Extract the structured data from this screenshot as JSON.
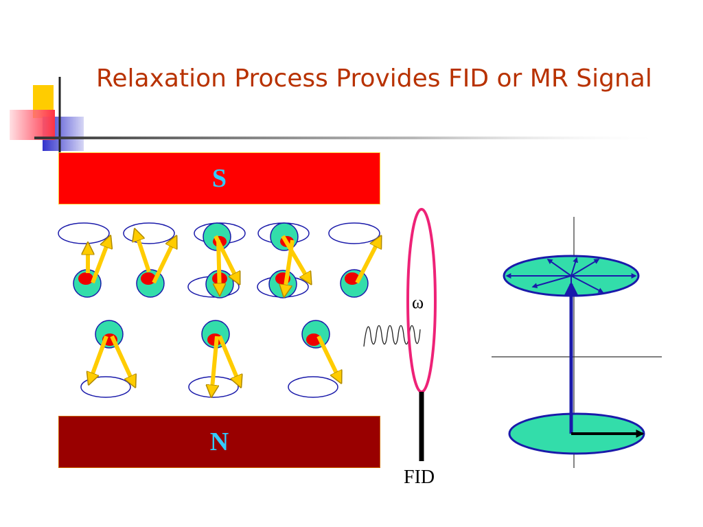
{
  "slide": {
    "title": "Relaxation Process Provides FID or MR Signal"
  },
  "magnet": {
    "south_label": "S",
    "north_label": "N"
  },
  "coil": {
    "frequency_symbol": "ω",
    "signal_label": "FID"
  },
  "colors": {
    "title": "#b83200",
    "south_pole": "#ff0000",
    "north_pole": "#990000",
    "pole_text": "#33ccff",
    "proton": "#33ddaa",
    "proton_dot": "#ee0000",
    "spin_arrow": "#ffcc00",
    "coil": "#ee2277",
    "vector_ellipse": "#33ddaa",
    "vector_outline": "#1a1aaa"
  }
}
